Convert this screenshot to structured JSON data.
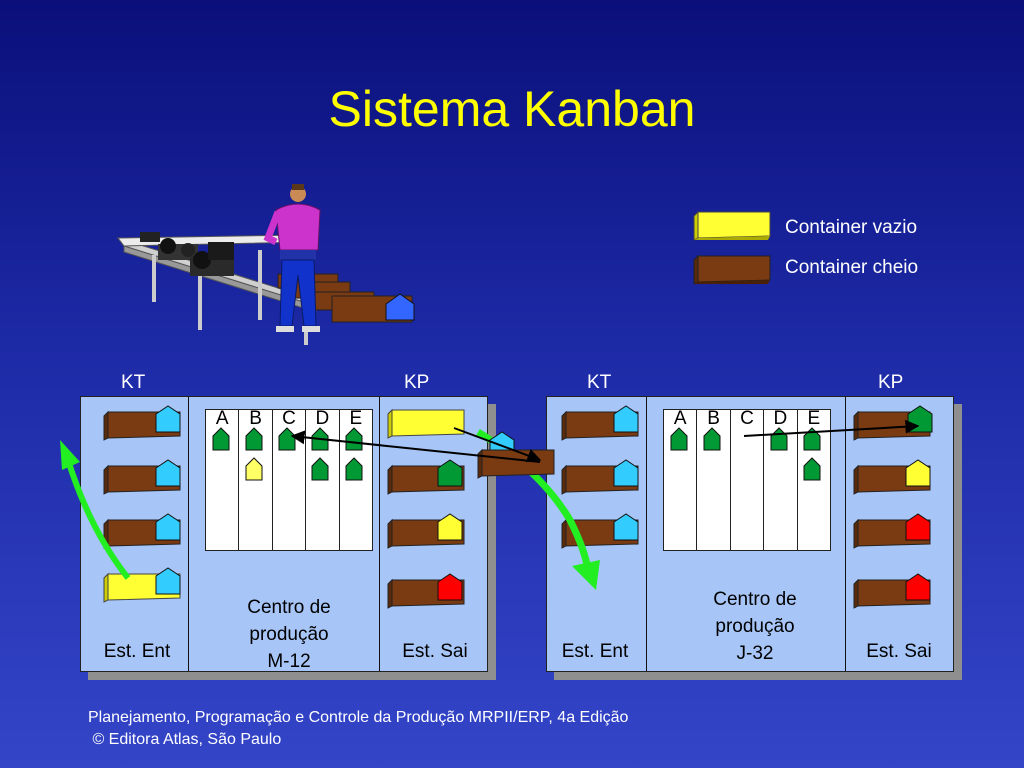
{
  "title": "Sistema Kanban",
  "legend": {
    "empty_label": "Container vazio",
    "full_label": "Container cheio"
  },
  "left_panel": {
    "kt": "KT",
    "kp": "KP",
    "board_columns": [
      "A",
      "B",
      "C",
      "D",
      "E"
    ],
    "center_label": "Centro de\nprodução\nM-12",
    "in_label": "Est. Ent",
    "out_label": "Est. Sai"
  },
  "right_panel": {
    "kt": "KT",
    "kp": "KP",
    "board_columns": [
      "A",
      "B",
      "C",
      "D",
      "E"
    ],
    "center_label": "Centro de\nprodução\nJ-32",
    "in_label": "Est. Ent",
    "out_label": "Est. Sai"
  },
  "footer": {
    "line1": "Planejamento, Programação e Controle da Produção MRPII/ERP, 4a Edição",
    "line2": " © Editora Atlas, São Paulo"
  },
  "colors": {
    "title": "#ffff00",
    "panel": "#a7c6f7",
    "container_full": "#7a3a12",
    "container_empty": "#ffff33",
    "card_blue": "#33ccff",
    "card_green": "#009933",
    "card_yellow": "#ffff33",
    "card_red": "#ff0000",
    "arrow_green": "#22ee22"
  }
}
